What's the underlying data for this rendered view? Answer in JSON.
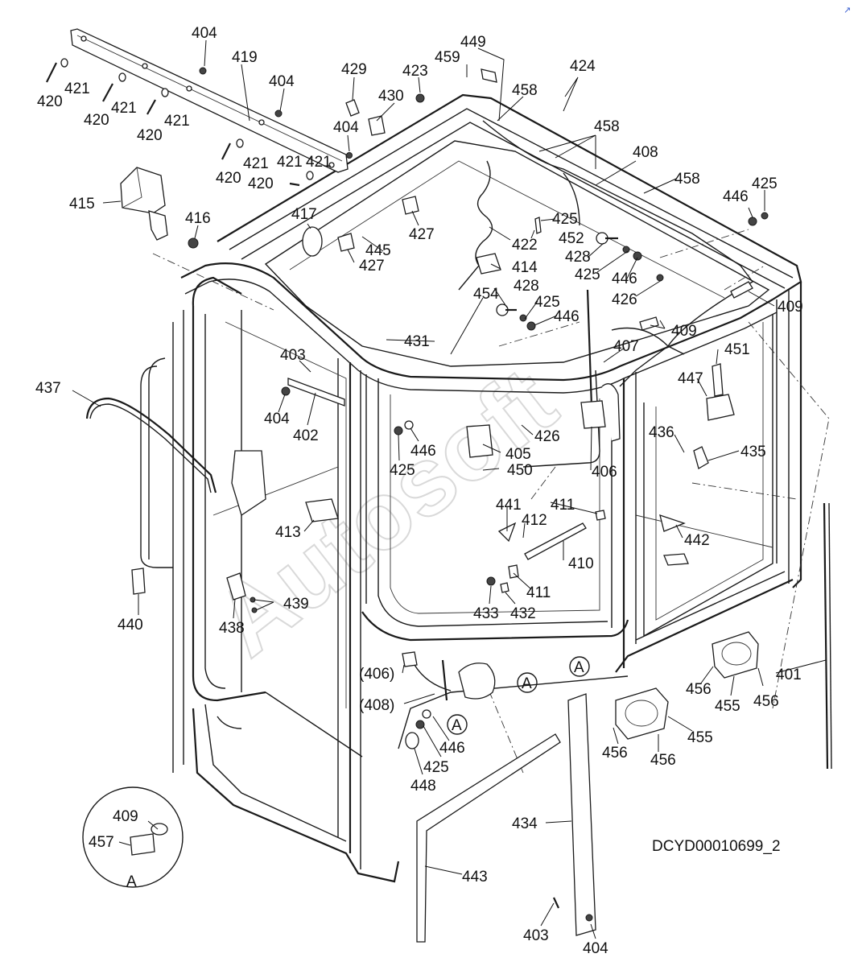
{
  "drawing_code": "DCYD00010699_2",
  "watermark": "Autosoft",
  "corner_mark": "↗",
  "detail_marker": "A",
  "part_labels": [
    {
      "id": "404-a",
      "text": "404"
    },
    {
      "id": "419",
      "text": "419"
    },
    {
      "id": "404-b",
      "text": "404"
    },
    {
      "id": "404-c",
      "text": "404"
    },
    {
      "id": "420-a",
      "text": "420"
    },
    {
      "id": "421-a",
      "text": "421"
    },
    {
      "id": "420-b",
      "text": "420"
    },
    {
      "id": "421-b",
      "text": "421"
    },
    {
      "id": "421-c",
      "text": "421"
    },
    {
      "id": "420-c",
      "text": "420"
    },
    {
      "id": "421-d",
      "text": "421"
    },
    {
      "id": "420-d",
      "text": "420"
    },
    {
      "id": "421-e",
      "text": "421"
    },
    {
      "id": "421-f",
      "text": "421"
    },
    {
      "id": "420-e",
      "text": "420"
    },
    {
      "id": "429",
      "text": "429"
    },
    {
      "id": "430",
      "text": "430"
    },
    {
      "id": "423",
      "text": "423"
    },
    {
      "id": "459",
      "text": "459"
    },
    {
      "id": "449",
      "text": "449"
    },
    {
      "id": "458-a",
      "text": "458"
    },
    {
      "id": "424",
      "text": "424"
    },
    {
      "id": "458-b",
      "text": "458"
    },
    {
      "id": "408",
      "text": "408"
    },
    {
      "id": "458-c",
      "text": "458"
    },
    {
      "id": "425-a",
      "text": "425"
    },
    {
      "id": "446-a",
      "text": "446"
    },
    {
      "id": "415",
      "text": "415"
    },
    {
      "id": "416",
      "text": "416"
    },
    {
      "id": "417",
      "text": "417"
    },
    {
      "id": "427-a",
      "text": "427"
    },
    {
      "id": "445",
      "text": "445"
    },
    {
      "id": "427-b",
      "text": "427"
    },
    {
      "id": "425-b",
      "text": "425"
    },
    {
      "id": "452",
      "text": "452"
    },
    {
      "id": "422",
      "text": "422"
    },
    {
      "id": "428-a",
      "text": "428"
    },
    {
      "id": "425-c",
      "text": "425"
    },
    {
      "id": "446-b",
      "text": "446"
    },
    {
      "id": "426-a",
      "text": "426"
    },
    {
      "id": "414",
      "text": "414"
    },
    {
      "id": "428-b",
      "text": "428"
    },
    {
      "id": "454",
      "text": "454"
    },
    {
      "id": "425-d",
      "text": "425"
    },
    {
      "id": "446-c",
      "text": "446"
    },
    {
      "id": "409-a",
      "text": "409"
    },
    {
      "id": "409-b",
      "text": "409"
    },
    {
      "id": "431",
      "text": "431"
    },
    {
      "id": "407",
      "text": "407"
    },
    {
      "id": "451",
      "text": "451"
    },
    {
      "id": "403-a",
      "text": "403"
    },
    {
      "id": "447",
      "text": "447"
    },
    {
      "id": "437",
      "text": "437"
    },
    {
      "id": "404-d",
      "text": "404"
    },
    {
      "id": "402",
      "text": "402"
    },
    {
      "id": "446-d",
      "text": "446"
    },
    {
      "id": "426-b",
      "text": "426"
    },
    {
      "id": "436",
      "text": "436"
    },
    {
      "id": "405",
      "text": "405"
    },
    {
      "id": "435",
      "text": "435"
    },
    {
      "id": "425-e",
      "text": "425"
    },
    {
      "id": "450",
      "text": "450"
    },
    {
      "id": "406-a",
      "text": "406"
    },
    {
      "id": "441",
      "text": "441"
    },
    {
      "id": "411-a",
      "text": "411"
    },
    {
      "id": "413",
      "text": "413"
    },
    {
      "id": "412",
      "text": "412"
    },
    {
      "id": "442",
      "text": "442"
    },
    {
      "id": "410",
      "text": "410"
    },
    {
      "id": "439",
      "text": "439"
    },
    {
      "id": "411-b",
      "text": "411"
    },
    {
      "id": "440",
      "text": "440"
    },
    {
      "id": "438",
      "text": "438"
    },
    {
      "id": "433",
      "text": "433"
    },
    {
      "id": "432",
      "text": "432"
    },
    {
      "id": "406-b",
      "text": "(406)"
    },
    {
      "id": "401",
      "text": "401"
    },
    {
      "id": "408-b",
      "text": "(408)"
    },
    {
      "id": "456-a",
      "text": "456"
    },
    {
      "id": "456-b",
      "text": "456"
    },
    {
      "id": "455-a",
      "text": "455"
    },
    {
      "id": "446-e",
      "text": "446"
    },
    {
      "id": "455-b",
      "text": "455"
    },
    {
      "id": "425-f",
      "text": "425"
    },
    {
      "id": "456-c",
      "text": "456"
    },
    {
      "id": "456-d",
      "text": "456"
    },
    {
      "id": "448",
      "text": "448"
    },
    {
      "id": "409-c",
      "text": "409"
    },
    {
      "id": "457",
      "text": "457"
    },
    {
      "id": "434",
      "text": "434"
    },
    {
      "id": "443",
      "text": "443"
    },
    {
      "id": "403-b",
      "text": "403"
    },
    {
      "id": "404-e",
      "text": "404"
    }
  ]
}
